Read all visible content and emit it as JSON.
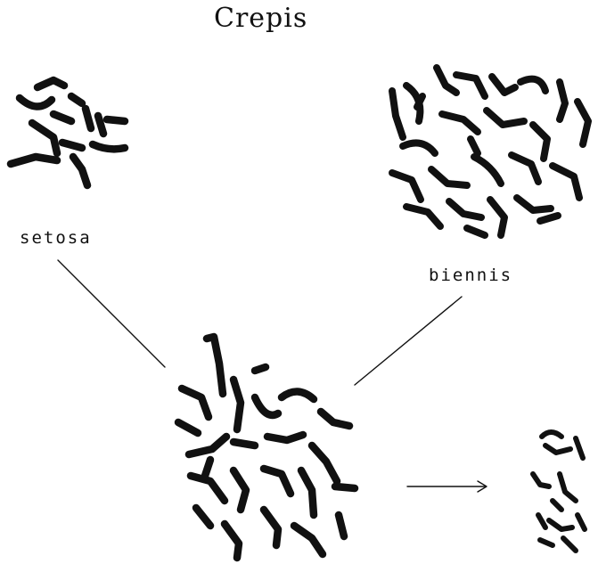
{
  "title": "Crepis",
  "species": {
    "left": "setosa",
    "right": "biennis"
  },
  "colors": {
    "ink": "#111111",
    "background": "#ffffff"
  }
}
